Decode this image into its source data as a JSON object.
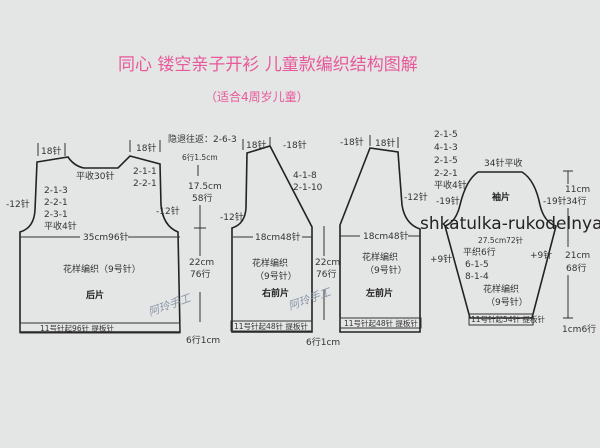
{
  "title": "同心 镂空亲子开衫  儿童款编织结构图解",
  "subtitle": "（适合4周岁儿童）",
  "watermark": "shkatulka-rukodelnya.com",
  "handwritten_mark": "阿玲手工",
  "back": {
    "name": "后片",
    "shoulder_left": "18针",
    "shoulder_right": "18针",
    "neck": "平收30针",
    "neck_dec": [
      "2-1-1",
      "2-2-1"
    ],
    "armhole_dec": [
      "2-1-3",
      "2-2-1",
      "2-3-1",
      "平收4针"
    ],
    "armhole_left": "-12针",
    "armhole_right": "-12针",
    "width": "35cm96针",
    "pattern": "花样编织（9号针）",
    "band": "11号针起96针 提板针"
  },
  "measures_left": {
    "short_rows": "隐退往返：2-6-3",
    "shoulder": "6行1.5cm",
    "armhole_cm": "17.5cm",
    "armhole_rows": "58行",
    "body_cm": "22cm",
    "body_rows": "76行",
    "band": "6行1cm"
  },
  "right_front": {
    "name": "右前片",
    "shoulder": "18针",
    "neck_total": "-18针",
    "neck_dec": [
      "4-1-8",
      "2-1-10"
    ],
    "armhole": "-12针",
    "width": "18cm48针",
    "pattern_1": "花样编织",
    "pattern_2": "（9号针）",
    "band": "11号针起48针 提板针"
  },
  "measures_mid": {
    "body_cm": "22cm",
    "body_rows": "76行",
    "band": "6行1cm"
  },
  "left_front": {
    "name": "左前片",
    "shoulder": "18针",
    "neck_total": "-18针",
    "armhole": "-12针",
    "width": "18cm48针",
    "pattern_1": "花样编织",
    "pattern_2": "（9号针）",
    "band": "11号针起48针 提板针"
  },
  "sleeve": {
    "name": "袖片",
    "cap_dec": [
      "2-1-5",
      "4-1-3",
      "2-1-5",
      "2-2-1",
      "平收4针"
    ],
    "top": "34针平收",
    "cap_left": "-19针",
    "cap_right": "-19针",
    "width": "27.5cm72针",
    "inc": [
      "平织6行",
      "6-1-5",
      "8-1-4"
    ],
    "inc_left": "+9针",
    "inc_right": "+9针",
    "pattern_1": "花样编织",
    "pattern_2": "（9号针）",
    "band": "11号针起54针 提板针",
    "cap_cm": "11cm",
    "cap_rows": "34行",
    "body_cm": "21cm",
    "body_rows": "68行",
    "band_measure": "1cm6行"
  }
}
